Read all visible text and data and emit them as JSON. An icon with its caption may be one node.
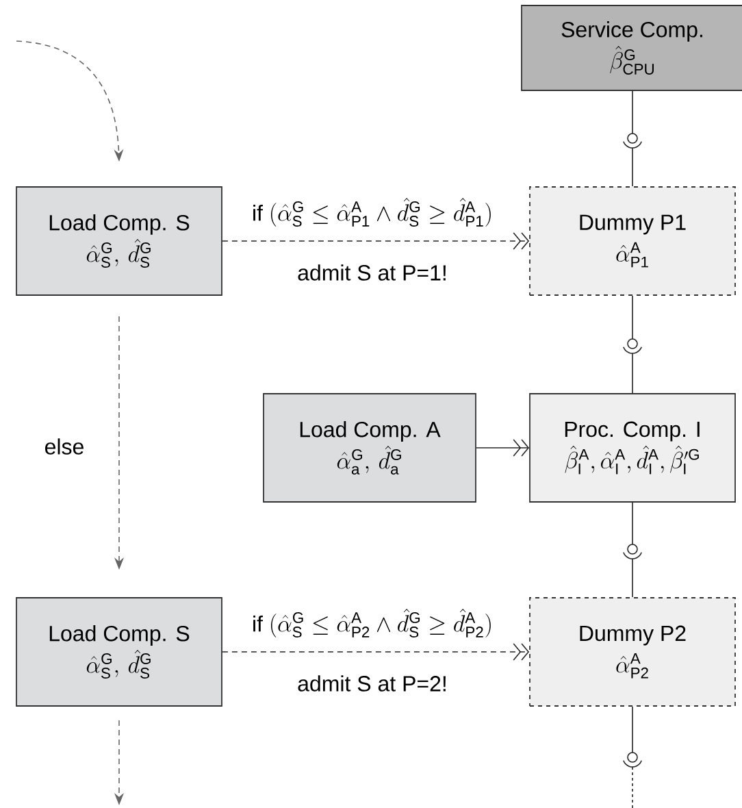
{
  "diagram": {
    "nodes": [
      {
        "text": [
          "Service Comp.",
          "\\hat{\\beta}^{\\mathrm{G}}_{\\mathrm{CPU}}"
        ]
      },
      {
        "text": [
          "Load Comp. S",
          "\\hat{\\alpha}^{\\mathrm{G}}_{\\mathrm{S}},\\, \\hat{d}^{\\mathrm{G}}_{\\mathrm{S}}"
        ]
      },
      {
        "text": [
          "Dummy P1",
          "\\hat{\\alpha}^{\\mathrm{A}}_{\\mathrm{P1}}"
        ]
      },
      {
        "text": [
          "Load Comp. A",
          "\\hat{\\alpha}^{\\mathrm{G}}_{\\mathrm{a}},\\, \\hat{d}^{\\mathrm{G}}_{\\mathrm{a}}"
        ]
      },
      {
        "text": [
          "Proc. Comp. I",
          "\\hat{\\beta}^{\\mathrm{A}}_{\\mathrm{I}}, \\hat{\\alpha}^{\\mathrm{A}}_{\\mathrm{I}}, \\hat{d}^{\\mathrm{A}}_{\\mathrm{I}}, \\hat{\\beta}^{\\prime\\mathrm{G}}_{\\mathrm{I}}"
        ]
      },
      {
        "text": [
          "Load Comp. S",
          "\\hat{\\alpha}^{\\mathrm{G}}_{\\mathrm{S}},\\, \\hat{d}^{\\mathrm{G}}_{\\mathrm{S}}"
        ]
      },
      {
        "text": [
          "Dummy P2",
          "\\hat{\\alpha}^{\\mathrm{A}}_{\\mathrm{P2}}"
        ]
      }
    ],
    "edges": [
      {
        "from": null,
        "to": 1,
        "arrow": "to",
        "style": "dashed",
        "color": "#666666"
      },
      {
        "from": 1,
        "to": 2,
        "arrow": "to",
        "style": "dashed",
        "label": "\\mathrm{if}\\ (\\hat{\\alpha}^{\\mathrm{G}}_{\\mathrm{S}} \\leq \\hat{\\alpha}^{\\mathrm{A}}_{\\mathrm{P1}} \\wedge \\hat{d}^{\\mathrm{G}}_{\\mathrm{S}} \\geq \\hat{d}^{\\mathrm{A}}_{\\mathrm{P1}})"
      },
      {
        "from": 0,
        "to": 2,
        "arrow": "none"
      },
      {
        "from": 2,
        "to": 4,
        "arrow": "none"
      },
      {
        "from": 3,
        "to": 4,
        "arrow": "to"
      },
      {
        "from": 4,
        "to": 6,
        "arrow": "none"
      },
      {
        "from": 1,
        "to": 5,
        "arrow": "to",
        "style": "dashed",
        "color": "#666666",
        "label": "else"
      },
      {
        "from": 5,
        "to": 6,
        "arrow": "to",
        "style": "dashed",
        "label": "\\mathrm{if}\\ (\\hat{\\alpha}^{\\mathrm{G}}_{\\mathrm{S}} \\leq \\hat{\\alpha}^{\\mathrm{A}}_{\\mathrm{P2}} \\wedge \\hat{d}^{\\mathrm{G}}_{\\mathrm{S}} \\geq \\hat{d}^{\\mathrm{A}}_{\\mathrm{P2}})"
      },
      {
        "from": 6,
        "to": null,
        "arrow": "none"
      },
      {
        "from": 5,
        "to": null,
        "arrow": "to",
        "style": "dashed",
        "color": "#666666"
      }
    ],
    "labels": [
      "admit S at P=1!",
      "admit S at P=2!"
    ]
  }
}
